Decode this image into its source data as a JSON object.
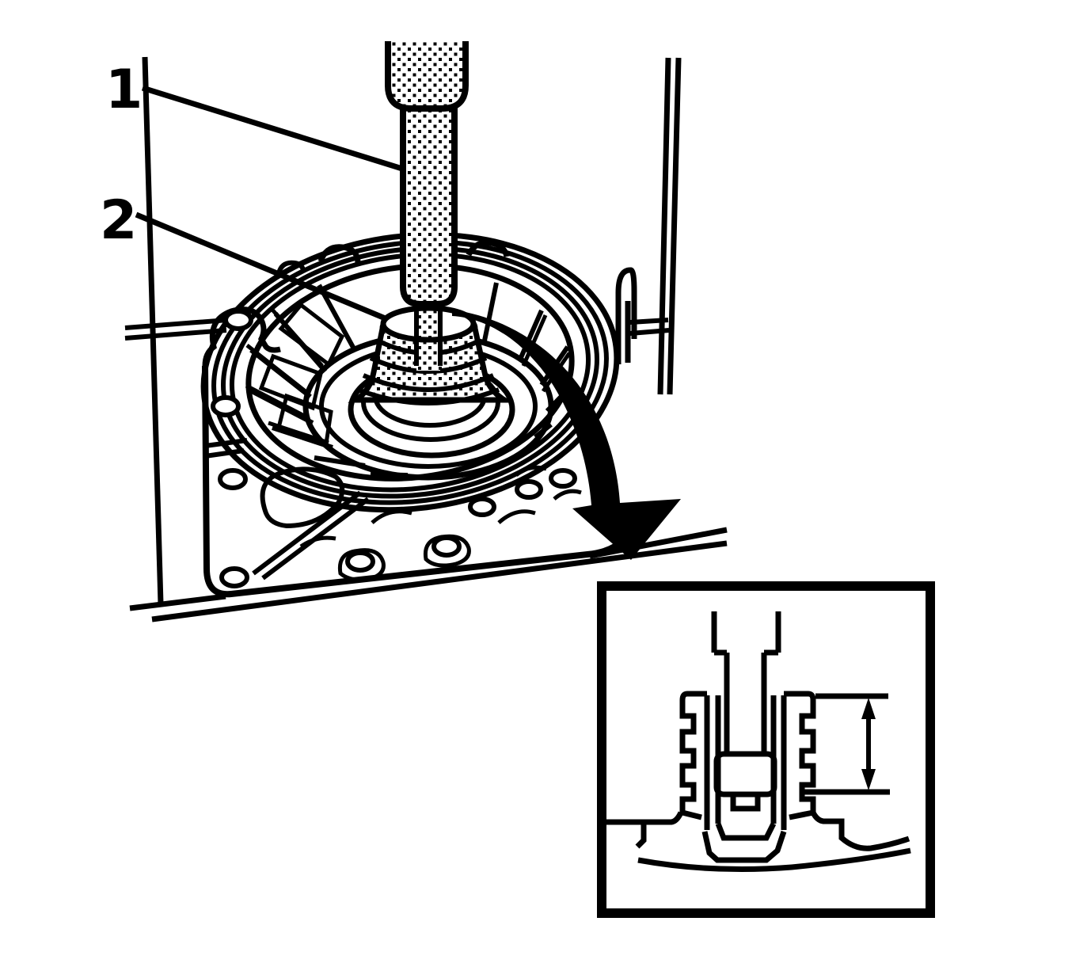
{
  "figure": {
    "background_color": "#ffffff",
    "ink_color": "#000000",
    "kind": "service-manual line illustration"
  },
  "callouts": [
    {
      "label": "1"
    },
    {
      "label": "2"
    }
  ]
}
